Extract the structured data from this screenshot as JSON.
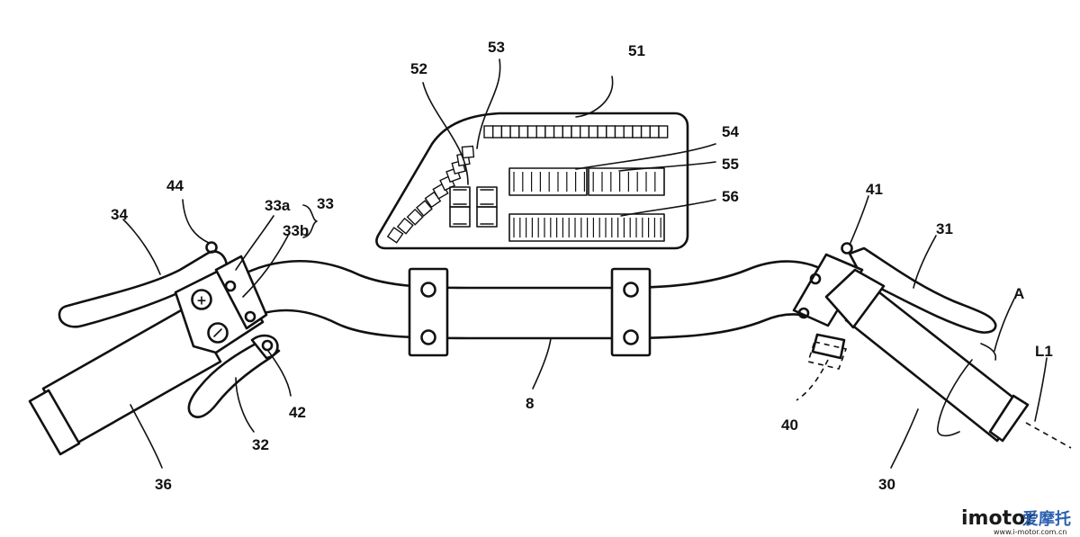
{
  "labels": {
    "l51": "51",
    "l52": "52",
    "l53": "53",
    "l54": "54",
    "l55": "55",
    "l56": "56",
    "l44": "44",
    "l34": "34",
    "l33a": "33a",
    "l33": "33",
    "l33b": "33b",
    "l41": "41",
    "l31": "31",
    "lA": "A",
    "lL1": "L1",
    "l42": "42",
    "l32": "32",
    "l8": "8",
    "l36": "36",
    "l40": "40",
    "l30": "30"
  },
  "watermark": {
    "brand": "imotor",
    "cn": "爱摩托",
    "url": "www.i-motor.com.cn"
  }
}
